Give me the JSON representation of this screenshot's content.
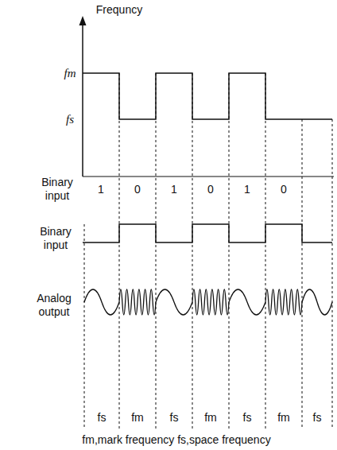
{
  "diagram": {
    "caption": "fm,mark frequency fs,space frequency",
    "labels": [
      "Frequncy",
      "fm",
      "fs",
      "Binary input",
      "1",
      "0",
      "1",
      "0",
      "1",
      "0",
      "Binary input",
      "Analog output",
      "fs",
      "fm",
      "fs",
      "fm",
      "fs",
      "fm",
      "fs"
    ]
  }
}
